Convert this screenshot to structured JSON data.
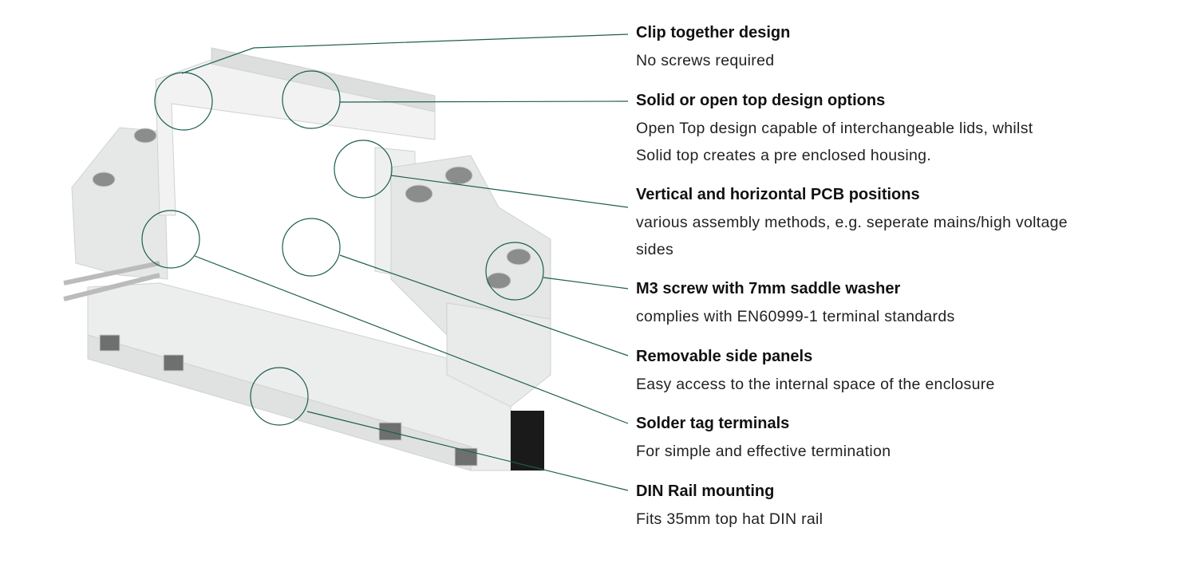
{
  "accent_color": "#1d5e54",
  "features": [
    {
      "title": "Clip together design",
      "description": [
        "No screws required"
      ]
    },
    {
      "title": "Solid or open top design options",
      "description": [
        "Open Top design capable of interchangeable lids, whilst",
        "Solid top creates a pre enclosed housing."
      ]
    },
    {
      "title": "Vertical and horizontal PCB positions",
      "description": [
        "various assembly methods, e.g. seperate mains/high voltage",
        "sides"
      ]
    },
    {
      "title": "M3 screw with 7mm saddle washer",
      "description": [
        "complies with EN60999-1 terminal standards"
      ]
    },
    {
      "title": "Removable side panels",
      "description": [
        "Easy access to the internal space of the enclosure"
      ]
    },
    {
      "title": "Solder tag terminals",
      "description": [
        "For simple and effective termination"
      ]
    },
    {
      "title": "DIN Rail mounting",
      "description": [
        "Fits 35mm top hat DIN rail"
      ]
    }
  ]
}
